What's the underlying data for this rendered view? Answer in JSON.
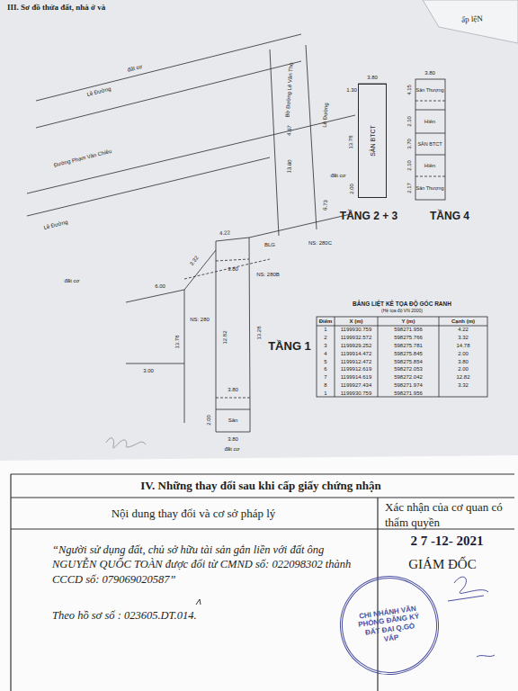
{
  "diagram": {
    "title": "III. Sơ đồ thửa đất, nhà ở và",
    "nodes": [
      {
        "text": [
          "SÀN BTCT"
        ]
      },
      {
        "text": [
          "CHI NHÁNH VĂN PHÒNG ĐĂNG KÝ ĐẤT ĐAI Q.GÒ VẤP"
        ]
      }
    ],
    "labels": [
      "ấp lệN",
      "đất cơ",
      "Lề Đường",
      "Đường Phạm Văn Chiêu",
      "Lề Đường",
      "đất cơ",
      "Bờ Đường Lê Văn Thọ",
      "Lề Đường",
      "đất cơ",
      "13.80",
      "4.67",
      "6.73",
      "BLG",
      "NS: 280C",
      "4.22",
      "3.32",
      "NS: 280B",
      "3.80",
      "6.00",
      "NS: 280",
      "12.82",
      "13.28",
      "13.78",
      "TẦNG 1",
      "3.00",
      "3.80",
      "2.00",
      "Sân",
      "3.80",
      "đất cơ",
      "3.80",
      "1.30",
      "13.78",
      "2.00",
      "TẦNG 2 + 3",
      "3.80",
      "Sân Thượng",
      "4.15",
      "Hiên",
      "2.10",
      "SÀN BTCT",
      "3.70",
      "Hiên",
      "2.10",
      "Sân Thượng",
      "2.17",
      "TẦNG 4",
      "IV. Những thay đổi sau khi cấp giấy chứng nhận",
      "Nội dung thay đổi và cơ sở pháp lý",
      "Xác nhận của cơ quan có thẩm quyền",
      "2 7 -12- 2021",
      "GIÁM ĐỐC",
      "“Người sử dụng đất, chủ sở hữu tài sản gắn liền với đất ông NGUYỄN QUỐC TOÀN được đổi từ CMND số: 022098302 thành CCCD số: 079069020587”",
      "Theo hồ sơ số : 023605.DT.014.",
      "BẢNG LIỆT KÊ TỌA ĐỘ GÓC RANH",
      "(Hệ tọa độ VN 2000)",
      "Điểm",
      "X (m)",
      "Y (m)",
      "Cạnh (m)",
      "1",
      "1199930.759",
      "598271.956",
      "4.22",
      "2",
      "1199932.572",
      "598275.766",
      "3.32",
      "3",
      "1199929.252",
      "598275.781",
      "14.78",
      "4",
      "1199914.472",
      "598275.845",
      "2.00",
      "5",
      "1199912.472",
      "598275.854",
      "3.80",
      "6",
      "1199912.619",
      "598272.053",
      "2.00",
      "7",
      "1199914.619",
      "598272.042",
      "12.82",
      "8",
      "1199927.434",
      "598271.974",
      "3.32",
      "1",
      "1199930.759",
      "598271.956"
    ]
  }
}
